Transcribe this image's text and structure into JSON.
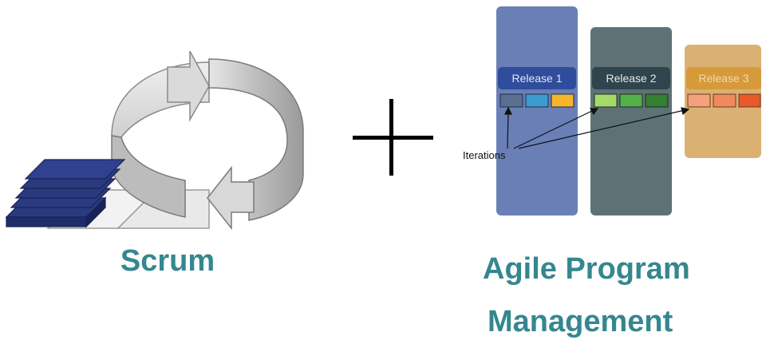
{
  "scrum": {
    "caption": "Scrum",
    "cycle_icon": "circular-arrows-icon",
    "backlog_icon": "stacked-backlog-icon"
  },
  "plus_icon": "plus-icon",
  "program": {
    "caption_line1": "Agile Program",
    "caption_line2": "Management",
    "iterations_label": "Iterations",
    "releases": [
      {
        "label": "Release 1",
        "column_color": "#6a7fb6",
        "header_color": "#2f4d9c",
        "iteration_colors": [
          "#5a6f8f",
          "#3a9ccf",
          "#f5b52d"
        ]
      },
      {
        "label": "Release 2",
        "column_color": "#5e7276",
        "header_color": "#2f454d",
        "iteration_colors": [
          "#a6d96a",
          "#55b04a",
          "#347f30"
        ]
      },
      {
        "label": "Release 3",
        "column_color": "#dbb173",
        "header_color": "#d69a3a",
        "iteration_colors": [
          "#f4a27c",
          "#f08a5e",
          "#e9582b"
        ]
      }
    ]
  },
  "colors": {
    "caption": "#35878f",
    "arrow_fill": "#c9c9c9",
    "arrow_stroke": "#7a7a7a"
  }
}
